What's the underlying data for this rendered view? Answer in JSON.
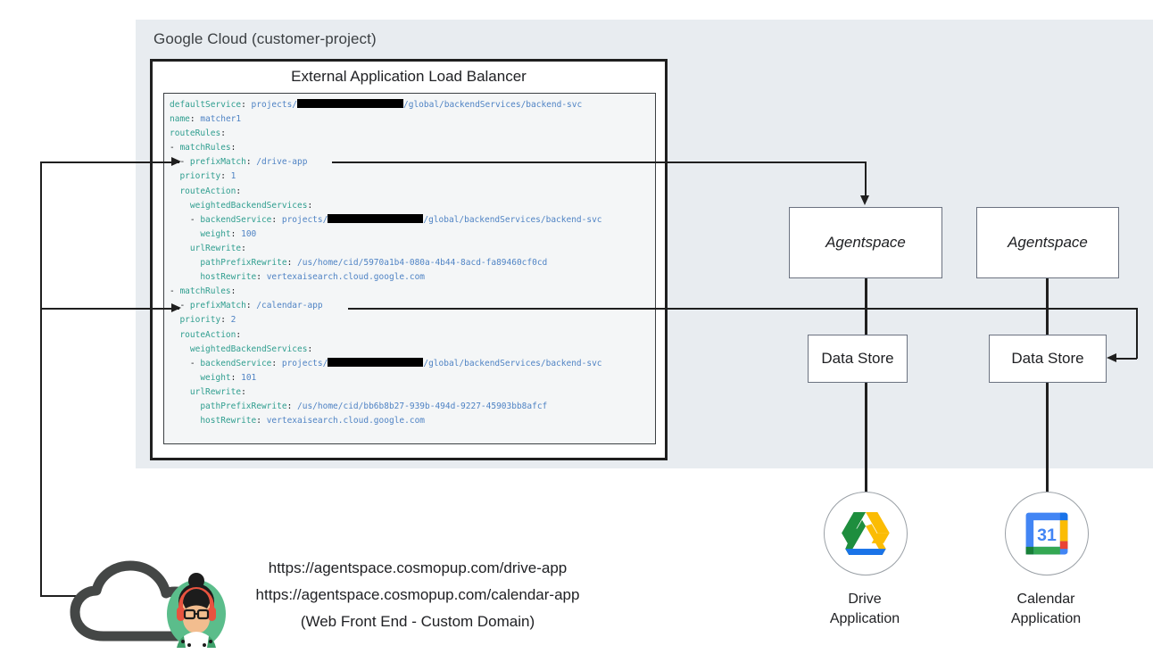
{
  "diagram": {
    "cloud_panel_label": "Google Cloud (customer-project)",
    "load_balancer_title": "External Application Load Balancer",
    "yaml": {
      "lines": [
        "defaultService: projects/[REDACTED]/global/backendServices/backend-svc",
        "name: matcher1",
        "routeRules:",
        "- matchRules:",
        "  - prefixMatch: /drive-app",
        "  priority: 1",
        "  routeAction:",
        "    weightedBackendServices:",
        "    - backendService: projects/[REDACTED]/global/backendServices/backend-svc",
        "      weight: 100",
        "    urlRewrite:",
        "      pathPrefixRewrite: /us/home/cid/5970a1b4-080a-4b44-8acd-fa89460cf0cd",
        "      hostRewrite: vertexaisearch.cloud.google.com",
        "- matchRules:",
        "  - prefixMatch: /calendar-app",
        "  priority: 2",
        "  routeAction:",
        "    weightedBackendServices:",
        "    - backendService: projects/[REDACTED]/global/backendServices/backend-svc",
        "      weight: 101",
        "    urlRewrite:",
        "      pathPrefixRewrite: /us/home/cid/bb6b8b27-939b-494d-9227-45903bb8afcf",
        "      hostRewrite: vertexaisearch.cloud.google.com"
      ],
      "keys": {
        "defaultService": "defaultService",
        "name": "name",
        "name_value": "matcher1",
        "routeRules": "routeRules",
        "matchRules": "matchRules",
        "prefixMatch": "prefixMatch",
        "priority": "priority",
        "routeAction": "routeAction",
        "weightedBackendServices": "weightedBackendServices",
        "backendService": "backendService",
        "weight": "weight",
        "urlRewrite": "urlRewrite",
        "pathPrefixRewrite": "pathPrefixRewrite",
        "hostRewrite": "hostRewrite"
      },
      "values": {
        "projects_prefix": "projects/",
        "backend_suffix": "/global/backendServices/backend-svc",
        "drive_prefix_match": "/drive-app",
        "calendar_prefix_match": "/calendar-app",
        "priority_1": "1",
        "priority_2": "2",
        "weight_100": "100",
        "weight_101": "101",
        "drive_path_rewrite": "/us/home/cid/5970a1b4-080a-4b44-8acd-fa89460cf0cd",
        "calendar_path_rewrite": "/us/home/cid/bb6b8b27-939b-494d-9227-45903bb8afcf",
        "host_rewrite": "vertexaisearch.cloud.google.com"
      }
    },
    "nodes": {
      "agentspace_drive": "Agentspace",
      "agentspace_calendar": "Agentspace",
      "datastore_drive": "Data Store",
      "datastore_calendar": "Data Store"
    },
    "apps": {
      "drive_label_line1": "Drive",
      "drive_label_line2": "Application",
      "calendar_label_line1": "Calendar",
      "calendar_label_line2": "Application",
      "calendar_icon_day": "31"
    },
    "frontend": {
      "url_drive": "https://agentspace.cosmopup.com/drive-app",
      "url_calendar": "https://agentspace.cosmopup.com/calendar-app",
      "caption": "(Web Front End - Custom Domain)"
    },
    "colors": {
      "panel_background": "#e8ecf0",
      "yaml_key": "#2f9e8f",
      "yaml_value": "#4f83c4",
      "line": "#1f1f1f",
      "box_border": "#6b7280",
      "drive_blue": "#1a73e8",
      "drive_green": "#1e8e3e",
      "drive_yellow": "#fbbc04",
      "drive_red": "#ea4335",
      "calendar_blue": "#4285f4",
      "avatar_green": "#5bbd8b",
      "cloud_gray": "#444746"
    }
  }
}
